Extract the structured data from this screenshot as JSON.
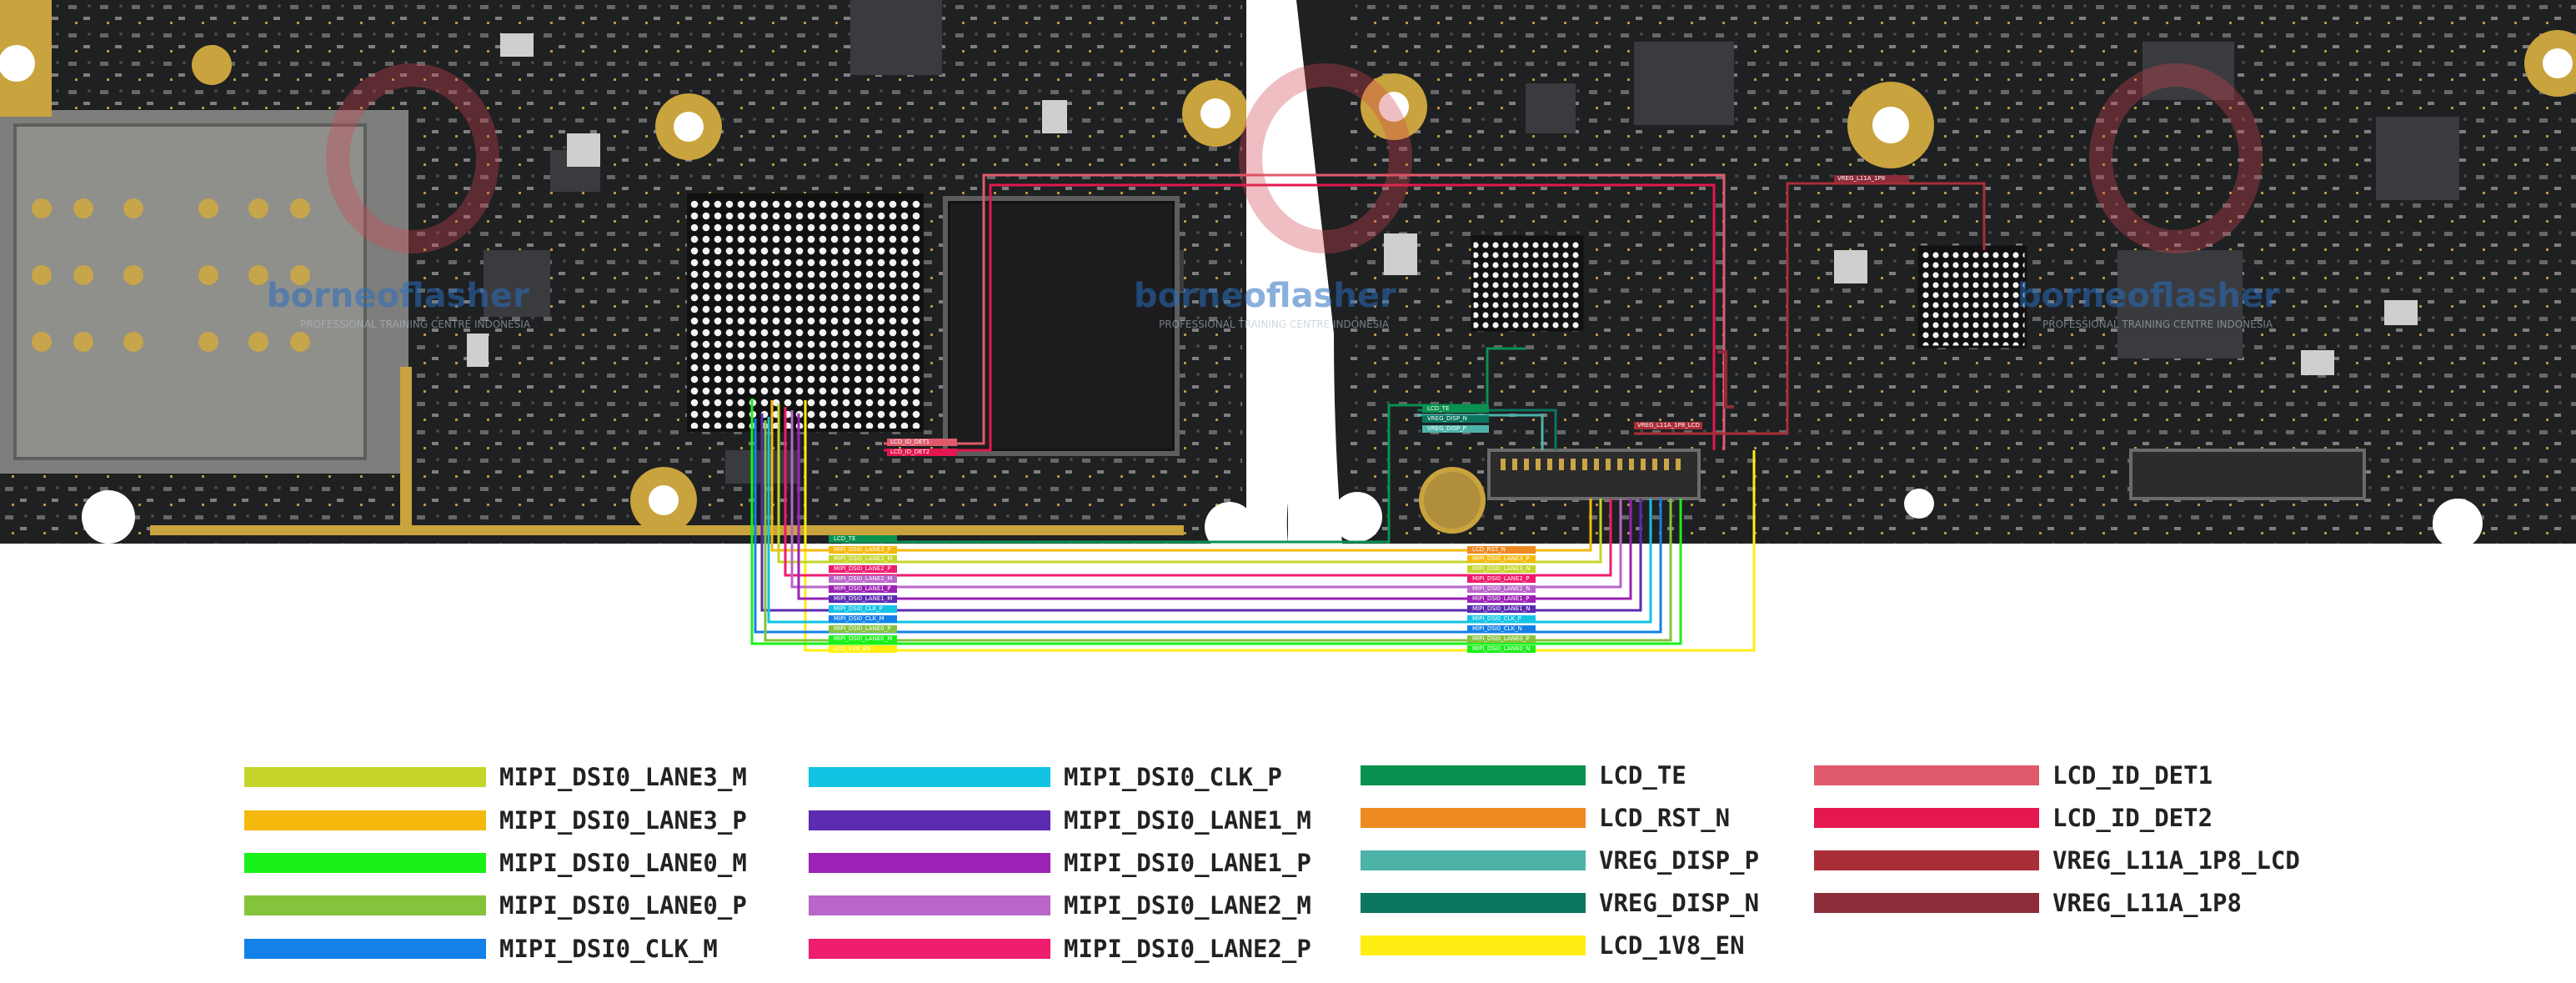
{
  "watermark": {
    "brand": "borneoflasher",
    "subtitle": "PROFESSIONAL TRAINING CENTRE INDONESIA"
  },
  "legend": [
    {
      "label": "MIPI_DSI0_LANE3_M",
      "color": "#c5d42a"
    },
    {
      "label": "MIPI_DSI0_LANE3_P",
      "color": "#f5b90e"
    },
    {
      "label": "MIPI_DSI0_LANE0_M",
      "color": "#19f019"
    },
    {
      "label": "MIPI_DSI0_LANE0_P",
      "color": "#86c33c"
    },
    {
      "label": "MIPI_DSI0_CLK_M",
      "color": "#1481e8"
    },
    {
      "label": "MIPI_DSI0_CLK_P",
      "color": "#12c3e4"
    },
    {
      "label": "MIPI_DSI0_LANE1_M",
      "color": "#5b2bb0"
    },
    {
      "label": "MIPI_DSI0_LANE1_P",
      "color": "#9b22b4"
    },
    {
      "label": "MIPI_DSI0_LANE2_M",
      "color": "#b866c8"
    },
    {
      "label": "MIPI_DSI0_LANE2_P",
      "color": "#ee1d6d"
    },
    {
      "label": "LCD_TE",
      "color": "#0a9150"
    },
    {
      "label": "LCD_RST_N",
      "color": "#ee8a22"
    },
    {
      "label": "VREG_DISP_P",
      "color": "#4db3a8"
    },
    {
      "label": "VREG_DISP_N",
      "color": "#0c7560"
    },
    {
      "label": "LCD_1V8_EN",
      "color": "#ffee12"
    },
    {
      "label": "LCD_ID_DET1",
      "color": "#e05a6c"
    },
    {
      "label": "LCD_ID_DET2",
      "color": "#e4174f"
    },
    {
      "label": "VREG_L11A_1P8_LCD",
      "color": "#aa2e37"
    },
    {
      "label": "VREG_L11A_1P8",
      "color": "#8e2c3a"
    }
  ],
  "board_labels": {
    "left_soc": [
      "LCD_TE",
      "MIPI_DSI0_LANE3_P",
      "MIPI_DSI0_LANE3_M",
      "MIPI_DSI0_LANE2_P",
      "MIPI_DSI0_LANE2_M",
      "MIPI_DSI0_LANE1_P",
      "MIPI_DSI0_LANE1_M",
      "MIPI_DSI0_CLK_P",
      "MIPI_DSI0_CLK_M",
      "MIPI_DSI0_LANE0_P",
      "MIPI_DSI0_LANE0_M",
      "LCD_1V8_EN"
    ],
    "right_conn": [
      "LCD_RST_N",
      "MIPI_DSI0_LANE3_P",
      "MIPI_DSI0_LANE3_N",
      "MIPI_DSI0_LANE2_P",
      "MIPI_DSI0_LANE2_N",
      "MIPI_DSI0_LANE1_P",
      "MIPI_DSI0_LANE1_N",
      "MIPI_DSI0_CLK_P",
      "MIPI_DSI0_CLK_N",
      "MIPI_DSI0_LANE0_P",
      "MIPI_DSI0_LANE0_N"
    ],
    "misc": [
      "LCD_ID_DET1",
      "LCD_ID_DET2",
      "LCD_TE",
      "VREG_DISP_N",
      "VREG_DISP_P",
      "VREG_L11A_1P8_LCD",
      "VREG_L11A_1P8"
    ]
  }
}
